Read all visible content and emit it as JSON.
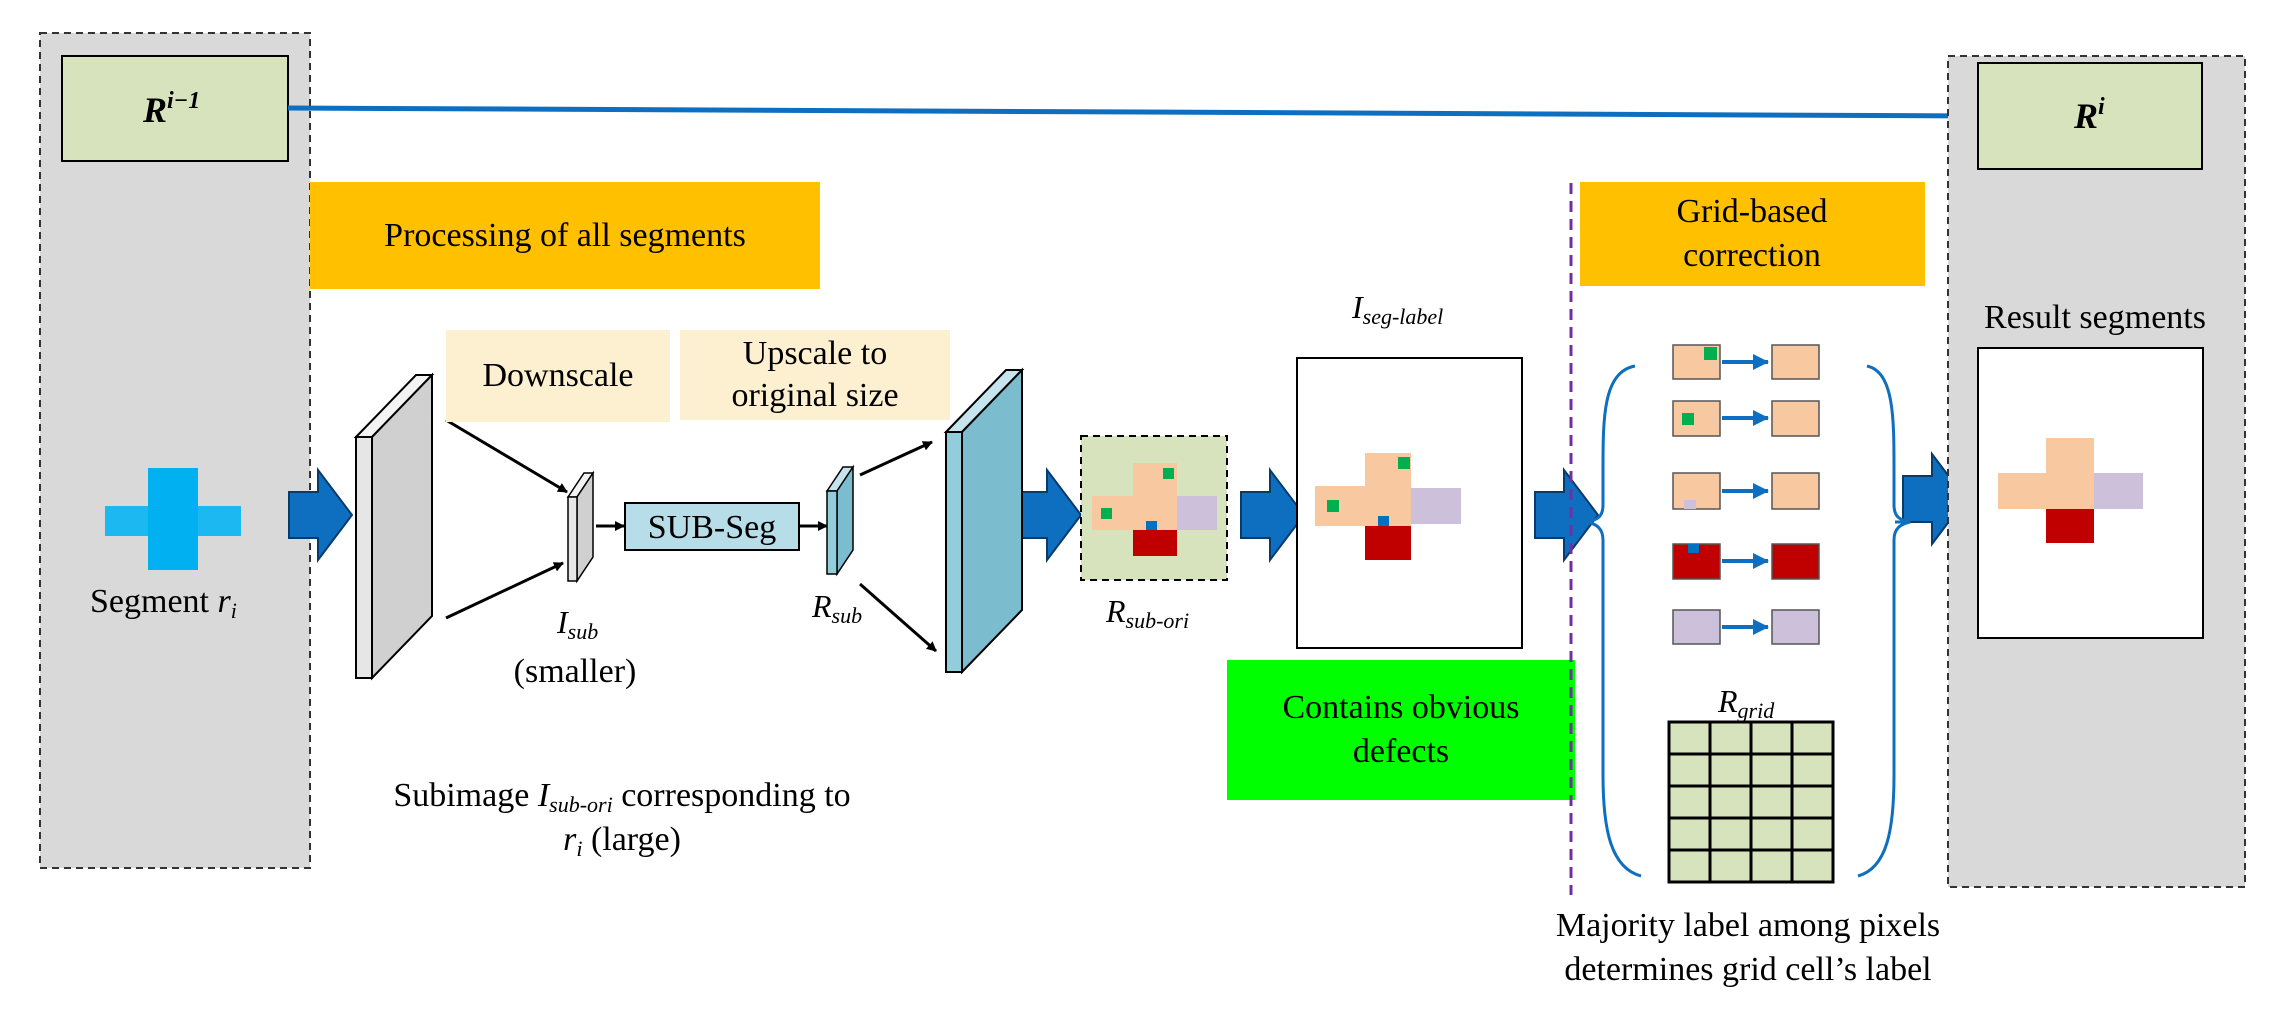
{
  "left_panel": {
    "box_label": "R",
    "box_sup": "i−1",
    "segment_label": "Segment ",
    "segment_var": "r",
    "segment_sub": "i"
  },
  "right_panel": {
    "box_label": "R",
    "box_sup": "i",
    "result_title": "Result segments"
  },
  "banners": {
    "processing": "Processing of all segments",
    "grid_line1": "Grid-based",
    "grid_line2": "correction",
    "downscale": "Downscale",
    "upscale_line1": "Upscale to",
    "upscale_line2": "original size",
    "defects_line1": "Contains obvious",
    "defects_line2": "defects"
  },
  "pipeline": {
    "subseg": "SUB-Seg",
    "isub_var": "I",
    "isub_sub": "sub",
    "isub_caption": "(smaller)",
    "rsub_var": "R",
    "rsub_sub": "sub",
    "rsubori_var": "R",
    "rsubori_sub": "sub-ori",
    "isegl_var": "I",
    "isegl_sub": "seg-label",
    "rgrid_var": "R",
    "rgrid_sub": "grid",
    "subimage_l1_pre": "Subimage ",
    "subimage_l1_var": "I",
    "subimage_l1_sub": "sub-ori",
    "subimage_l1_post": " corresponding to",
    "subimage_l2_var": "r",
    "subimage_l2_sub": "i",
    "subimage_l2_post": " (large)"
  },
  "footer": {
    "line1": "Majority label among pixels",
    "line2": "determines grid cell’s label"
  },
  "colors": {
    "panel_gray": "#d9d9d9",
    "box_green": "#d6e3bc",
    "banner_orange": "#ffc000",
    "note_beige": "#fdf0d0",
    "defect_green": "#00ff00",
    "arrow_blue": "#0e6fc0",
    "cross_blue": "#00b0f0",
    "peach": "#f8c8a0",
    "lavender": "#ccc0da",
    "dark_red": "#c00000",
    "spot_green": "#00b050",
    "spot_blue": "#0070c0",
    "volume_blue": "#92cddc",
    "purple_dash": "#7030a0"
  }
}
